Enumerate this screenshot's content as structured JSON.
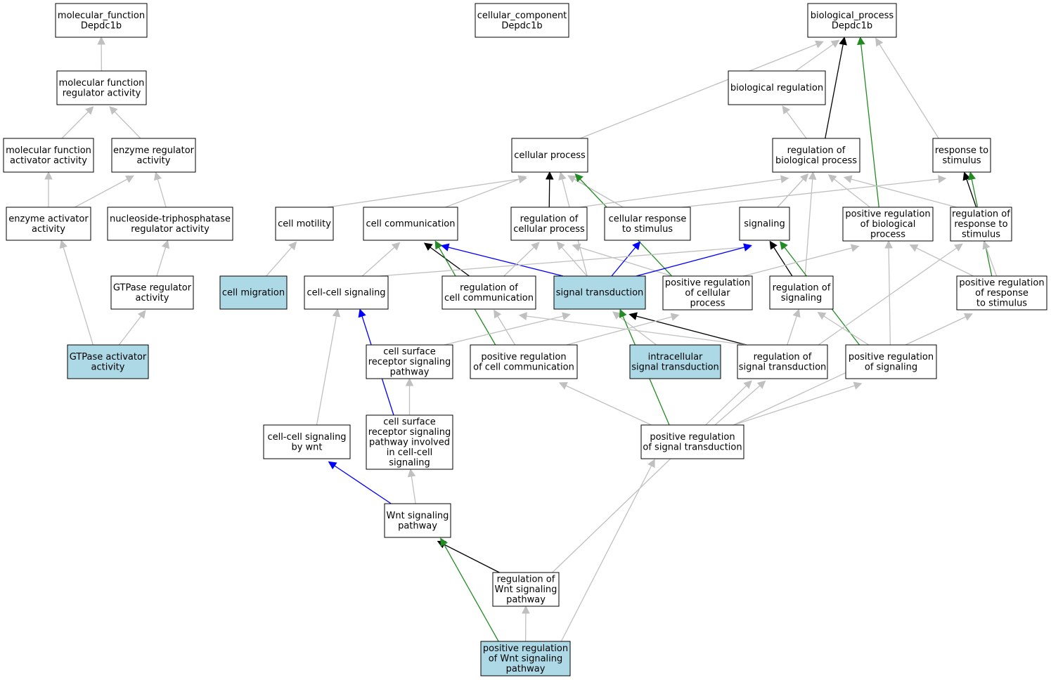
{
  "colors": {
    "highlight_fill": "#add8e6",
    "plain_fill": "#ffffff",
    "is_a": "#c0c0c0",
    "regulates": "#000000",
    "positively_regulates": "#228b22",
    "part_of": "#0000ff"
  },
  "nodes": [
    {
      "id": "mf_root",
      "lines": [
        "molecular_function",
        "Depdc1b"
      ],
      "highlight": false
    },
    {
      "id": "cc_root",
      "lines": [
        "cellular_component",
        "Depdc1b"
      ],
      "highlight": false
    },
    {
      "id": "bp_root",
      "lines": [
        "biological_process",
        "Depdc1b"
      ],
      "highlight": false
    },
    {
      "id": "mf_reg",
      "lines": [
        "molecular function",
        "regulator activity"
      ],
      "highlight": false
    },
    {
      "id": "bio_reg",
      "lines": [
        "biological regulation"
      ],
      "highlight": false
    },
    {
      "id": "mf_act",
      "lines": [
        "molecular function",
        "activator activity"
      ],
      "highlight": false
    },
    {
      "id": "enz_reg",
      "lines": [
        "enzyme regulator",
        "activity"
      ],
      "highlight": false
    },
    {
      "id": "cell_proc",
      "lines": [
        "cellular process"
      ],
      "highlight": false
    },
    {
      "id": "reg_bio",
      "lines": [
        "regulation of",
        "biological process"
      ],
      "highlight": false
    },
    {
      "id": "resp_stim",
      "lines": [
        "response to",
        "stimulus"
      ],
      "highlight": false
    },
    {
      "id": "enz_act",
      "lines": [
        "enzyme activator",
        "activity"
      ],
      "highlight": false
    },
    {
      "id": "ntp_reg",
      "lines": [
        "nucleoside-triphosphatase",
        "regulator activity"
      ],
      "highlight": false
    },
    {
      "id": "cell_mot",
      "lines": [
        "cell motility"
      ],
      "highlight": false
    },
    {
      "id": "cell_comm",
      "lines": [
        "cell communication"
      ],
      "highlight": false
    },
    {
      "id": "reg_cell",
      "lines": [
        "regulation of",
        "cellular process"
      ],
      "highlight": false
    },
    {
      "id": "cell_resp",
      "lines": [
        "cellular response",
        "to stimulus"
      ],
      "highlight": false
    },
    {
      "id": "signaling",
      "lines": [
        "signaling"
      ],
      "highlight": false
    },
    {
      "id": "pos_bio",
      "lines": [
        "positive regulation",
        "of biological",
        "process"
      ],
      "highlight": false
    },
    {
      "id": "reg_resp",
      "lines": [
        "regulation of",
        "response to",
        "stimulus"
      ],
      "highlight": false
    },
    {
      "id": "gtp_reg",
      "lines": [
        "GTPase regulator",
        "activity"
      ],
      "highlight": false
    },
    {
      "id": "cell_mig",
      "lines": [
        "cell migration"
      ],
      "highlight": true
    },
    {
      "id": "cc_sig",
      "lines": [
        "cell-cell signaling"
      ],
      "highlight": false
    },
    {
      "id": "reg_comm",
      "lines": [
        "regulation of",
        "cell communication"
      ],
      "highlight": false
    },
    {
      "id": "sig_trans",
      "lines": [
        "signal transduction"
      ],
      "highlight": true
    },
    {
      "id": "pos_cell",
      "lines": [
        "positive regulation",
        "of cellular",
        "process"
      ],
      "highlight": false
    },
    {
      "id": "reg_sig",
      "lines": [
        "regulation of",
        "signaling"
      ],
      "highlight": false
    },
    {
      "id": "pos_resp",
      "lines": [
        "positive regulation",
        "of response",
        "to stimulus"
      ],
      "highlight": false
    },
    {
      "id": "gtp_act",
      "lines": [
        "GTPase activator",
        "activity"
      ],
      "highlight": true
    },
    {
      "id": "csr_path",
      "lines": [
        "cell surface",
        "receptor signaling",
        "pathway"
      ],
      "highlight": false
    },
    {
      "id": "pos_comm",
      "lines": [
        "positive regulation",
        "of cell communication"
      ],
      "highlight": false
    },
    {
      "id": "intra",
      "lines": [
        "intracellular",
        "signal transduction"
      ],
      "highlight": true
    },
    {
      "id": "reg_st",
      "lines": [
        "regulation of",
        "signal transduction"
      ],
      "highlight": false
    },
    {
      "id": "pos_sig",
      "lines": [
        "positive regulation",
        "of signaling"
      ],
      "highlight": false
    },
    {
      "id": "ccs_wnt",
      "lines": [
        "cell-cell signaling",
        "by wnt"
      ],
      "highlight": false
    },
    {
      "id": "csr_cc",
      "lines": [
        "cell surface",
        "receptor signaling",
        "pathway involved",
        "in cell-cell",
        "signaling"
      ],
      "highlight": false
    },
    {
      "id": "pos_st",
      "lines": [
        "positive regulation",
        "of signal transduction"
      ],
      "highlight": false
    },
    {
      "id": "wnt",
      "lines": [
        "Wnt signaling",
        "pathway"
      ],
      "highlight": false
    },
    {
      "id": "reg_wnt",
      "lines": [
        "regulation of",
        "Wnt signaling",
        "pathway"
      ],
      "highlight": false
    },
    {
      "id": "pos_wnt",
      "lines": [
        "positive regulation",
        "of Wnt signaling",
        "pathway"
      ],
      "highlight": true
    }
  ],
  "edges": [
    {
      "from": "mf_reg",
      "to": "mf_root",
      "type": "is_a"
    },
    {
      "from": "mf_act",
      "to": "mf_reg",
      "type": "is_a"
    },
    {
      "from": "enz_reg",
      "to": "mf_reg",
      "type": "is_a"
    },
    {
      "from": "enz_act",
      "to": "mf_act",
      "type": "is_a"
    },
    {
      "from": "enz_act",
      "to": "enz_reg",
      "type": "is_a"
    },
    {
      "from": "ntp_reg",
      "to": "enz_reg",
      "type": "is_a"
    },
    {
      "from": "gtp_reg",
      "to": "ntp_reg",
      "type": "is_a"
    },
    {
      "from": "gtp_act",
      "to": "enz_act",
      "type": "is_a"
    },
    {
      "from": "gtp_act",
      "to": "gtp_reg",
      "type": "is_a"
    },
    {
      "from": "cell_proc",
      "to": "bp_root",
      "type": "is_a"
    },
    {
      "from": "bio_reg",
      "to": "bp_root",
      "type": "is_a"
    },
    {
      "from": "resp_stim",
      "to": "bp_root",
      "type": "is_a"
    },
    {
      "from": "reg_bio",
      "to": "bio_reg",
      "type": "is_a"
    },
    {
      "from": "reg_bio",
      "to": "bp_root",
      "type": "regulates"
    },
    {
      "from": "pos_bio",
      "to": "bp_root",
      "type": "positively_regulates"
    },
    {
      "from": "cell_mot",
      "to": "cell_proc",
      "type": "is_a"
    },
    {
      "from": "cell_comm",
      "to": "cell_proc",
      "type": "is_a"
    },
    {
      "from": "reg_cell",
      "to": "cell_proc",
      "type": "regulates"
    },
    {
      "from": "cell_resp",
      "to": "cell_proc",
      "type": "is_a"
    },
    {
      "from": "pos_cell",
      "to": "cell_proc",
      "type": "positively_regulates"
    },
    {
      "from": "sig_trans",
      "to": "cell_proc",
      "type": "is_a"
    },
    {
      "from": "reg_cell",
      "to": "reg_bio",
      "type": "is_a"
    },
    {
      "from": "signaling",
      "to": "reg_bio",
      "type": "is_a"
    },
    {
      "from": "pos_bio",
      "to": "reg_bio",
      "type": "is_a"
    },
    {
      "from": "reg_resp",
      "to": "reg_bio",
      "type": "is_a"
    },
    {
      "from": "reg_sig",
      "to": "reg_bio",
      "type": "is_a"
    },
    {
      "from": "cell_resp",
      "to": "resp_stim",
      "type": "is_a"
    },
    {
      "from": "reg_resp",
      "to": "resp_stim",
      "type": "regulates"
    },
    {
      "from": "pos_resp",
      "to": "resp_stim",
      "type": "positively_regulates"
    },
    {
      "from": "cell_mig",
      "to": "cell_mot",
      "type": "is_a"
    },
    {
      "from": "cc_sig",
      "to": "cell_comm",
      "type": "is_a"
    },
    {
      "from": "reg_comm",
      "to": "cell_comm",
      "type": "regulates"
    },
    {
      "from": "pos_comm",
      "to": "cell_comm",
      "type": "positively_regulates"
    },
    {
      "from": "sig_trans",
      "to": "cell_comm",
      "type": "part_of"
    },
    {
      "from": "reg_comm",
      "to": "reg_cell",
      "type": "is_a"
    },
    {
      "from": "sig_trans",
      "to": "reg_cell",
      "type": "is_a"
    },
    {
      "from": "pos_cell",
      "to": "reg_cell",
      "type": "is_a"
    },
    {
      "from": "sig_trans",
      "to": "cell_resp",
      "type": "part_of"
    },
    {
      "from": "cc_sig",
      "to": "signaling",
      "type": "is_a"
    },
    {
      "from": "sig_trans",
      "to": "signaling",
      "type": "part_of"
    },
    {
      "from": "reg_sig",
      "to": "signaling",
      "type": "regulates"
    },
    {
      "from": "pos_sig",
      "to": "signaling",
      "type": "positively_regulates"
    },
    {
      "from": "pos_cell",
      "to": "pos_bio",
      "type": "is_a"
    },
    {
      "from": "pos_sig",
      "to": "pos_bio",
      "type": "is_a"
    },
    {
      "from": "pos_resp",
      "to": "pos_bio",
      "type": "is_a"
    },
    {
      "from": "reg_st",
      "to": "reg_resp",
      "type": "is_a"
    },
    {
      "from": "pos_resp",
      "to": "reg_resp",
      "type": "is_a"
    },
    {
      "from": "csr_path",
      "to": "sig_trans",
      "type": "is_a"
    },
    {
      "from": "intra",
      "to": "sig_trans",
      "type": "is_a"
    },
    {
      "from": "reg_st",
      "to": "sig_trans",
      "type": "regulates"
    },
    {
      "from": "pos_st",
      "to": "sig_trans",
      "type": "positively_regulates"
    },
    {
      "from": "pos_comm",
      "to": "reg_comm",
      "type": "is_a"
    },
    {
      "from": "reg_st",
      "to": "reg_comm",
      "type": "is_a"
    },
    {
      "from": "pos_comm",
      "to": "pos_cell",
      "type": "is_a"
    },
    {
      "from": "reg_st",
      "to": "reg_sig",
      "type": "is_a"
    },
    {
      "from": "pos_sig",
      "to": "reg_sig",
      "type": "is_a"
    },
    {
      "from": "ccs_wnt",
      "to": "cc_sig",
      "type": "is_a"
    },
    {
      "from": "csr_cc",
      "to": "cc_sig",
      "type": "part_of"
    },
    {
      "from": "csr_cc",
      "to": "csr_path",
      "type": "is_a"
    },
    {
      "from": "pos_st",
      "to": "pos_comm",
      "type": "is_a"
    },
    {
      "from": "pos_st",
      "to": "reg_st",
      "type": "is_a"
    },
    {
      "from": "pos_st",
      "to": "pos_sig",
      "type": "is_a"
    },
    {
      "from": "pos_st",
      "to": "pos_resp",
      "type": "is_a"
    },
    {
      "from": "wnt",
      "to": "ccs_wnt",
      "type": "part_of"
    },
    {
      "from": "wnt",
      "to": "csr_cc",
      "type": "is_a"
    },
    {
      "from": "reg_wnt",
      "to": "wnt",
      "type": "regulates"
    },
    {
      "from": "reg_wnt",
      "to": "reg_st",
      "type": "is_a"
    },
    {
      "from": "pos_wnt",
      "to": "wnt",
      "type": "positively_regulates"
    },
    {
      "from": "pos_wnt",
      "to": "reg_wnt",
      "type": "is_a"
    },
    {
      "from": "pos_wnt",
      "to": "pos_st",
      "type": "is_a"
    }
  ]
}
